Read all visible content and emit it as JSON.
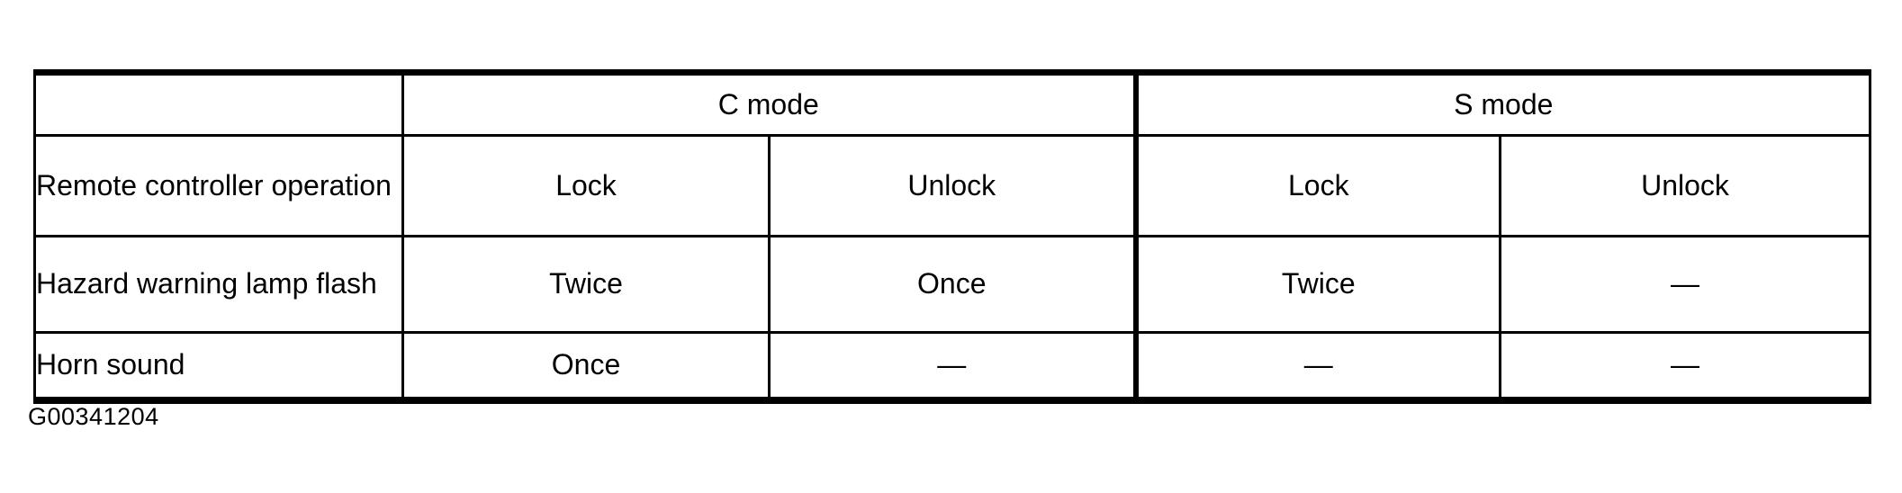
{
  "figure": {
    "id_label": "G00341204"
  },
  "table": {
    "stub_label": "",
    "mode_groups": [
      {
        "label": "C mode",
        "span": 2
      },
      {
        "label": "S mode",
        "span": 2
      }
    ],
    "column_headers": {
      "row_label": "Remote controller operation",
      "values": [
        "Lock",
        "Unlock",
        "Lock",
        "Unlock"
      ]
    },
    "rows": [
      {
        "label": "Hazard warning lamp flash",
        "values": [
          "Twice",
          "Once",
          "Twice",
          "—"
        ]
      },
      {
        "label": "Horn sound",
        "values": [
          "Once",
          "—",
          "—",
          "—"
        ]
      }
    ]
  }
}
